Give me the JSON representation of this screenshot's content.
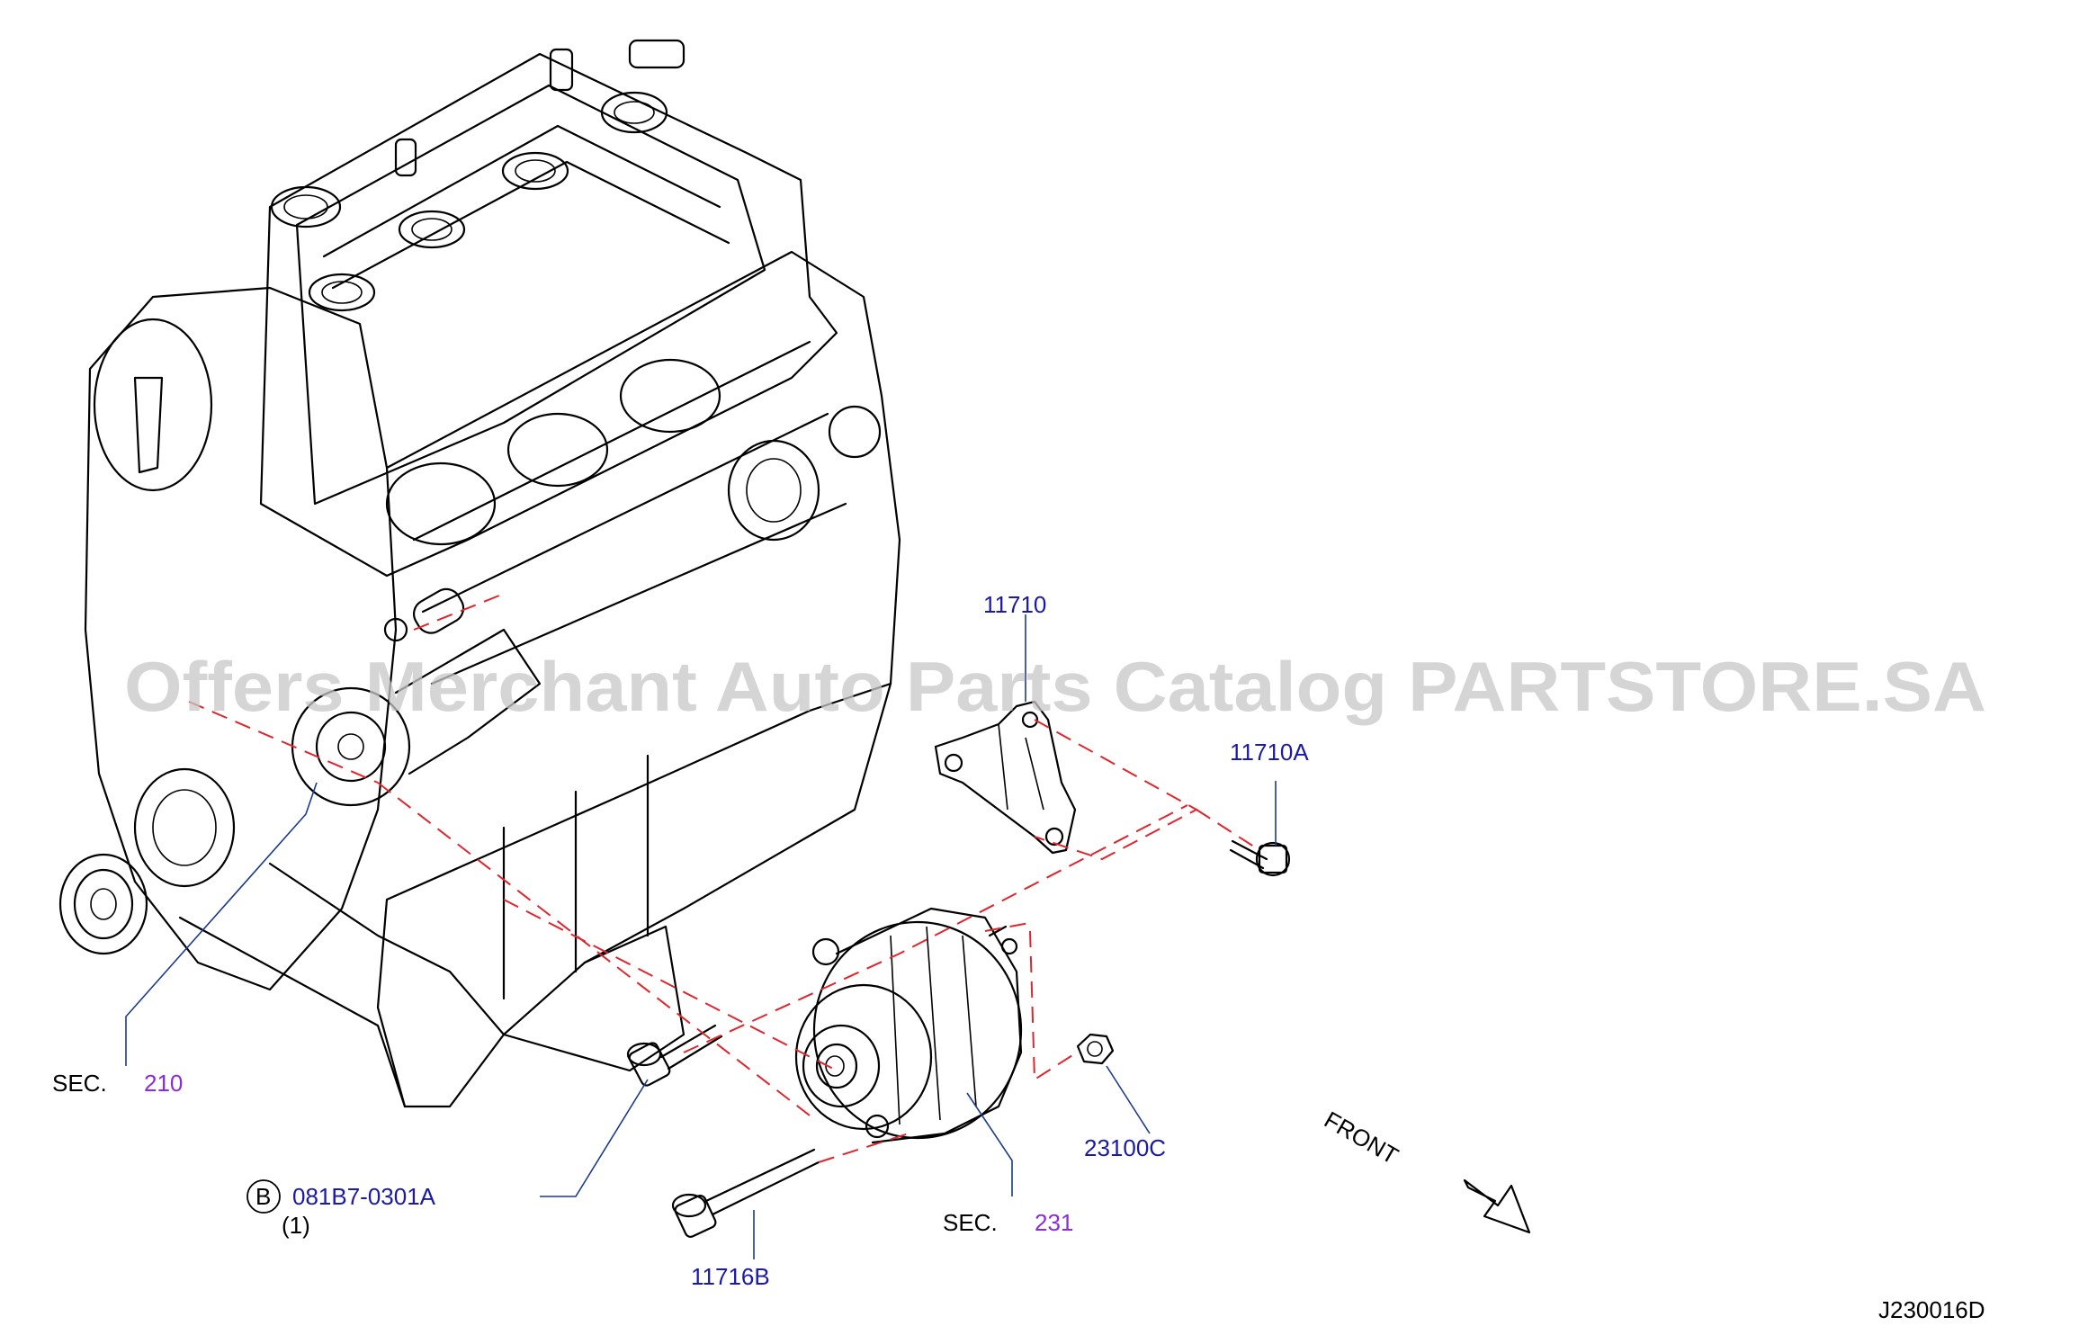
{
  "watermark": "Offers Merchant Auto Parts Catalog PARTSTORE.SA",
  "diagram_code": "J230016D",
  "front_label": "FRONT",
  "callouts": {
    "p11710": "11710",
    "p11710A": "11710A",
    "p23100C": "23100C",
    "p11716B": "11716B",
    "p081B7": "081B7-0301A",
    "p081B7_badge": "B",
    "p081B7_qty": "(1)",
    "sec210_prefix": "SEC.",
    "sec210_num": "210",
    "sec231_prefix": "SEC.",
    "sec231_num": "231"
  },
  "colors": {
    "part_number": "#1a1aa6",
    "section_number": "#8a2be2",
    "dashed_guide": "#e0262d",
    "leader": "#1a3a8a"
  }
}
